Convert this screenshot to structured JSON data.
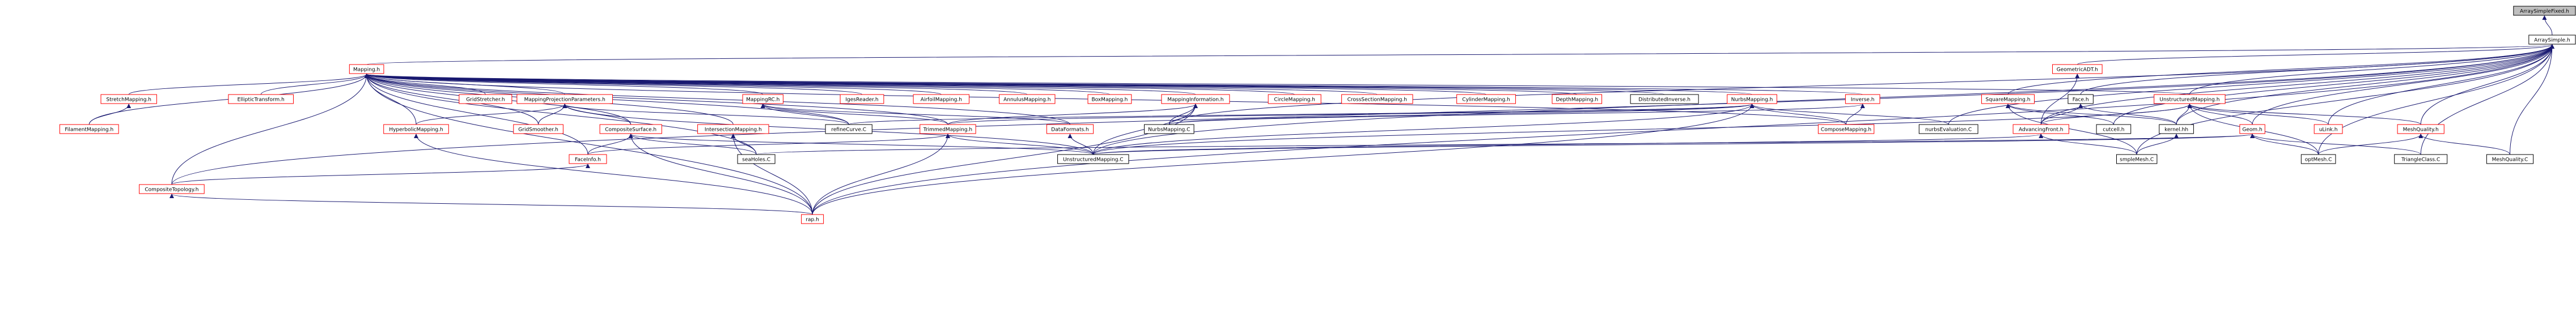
{
  "colors": {
    "edge": "#191970",
    "root_node_fill": "#bfbfbf",
    "root_node_border": "#000000",
    "documented_node_border": "#000000",
    "undocumented_node_border": "#ff0000",
    "node_fill": "#ffffff"
  },
  "nodes": [
    {
      "id": "ArraySimpleFixed",
      "label": "ArraySimpleFixed.h",
      "kind": "root"
    },
    {
      "id": "ArraySimple",
      "label": "ArraySimple.h",
      "kind": "documented"
    },
    {
      "id": "Mapping",
      "label": "Mapping.h",
      "kind": "undocumented"
    },
    {
      "id": "GeometricADT",
      "label": "GeometricADT.h",
      "kind": "undocumented"
    },
    {
      "id": "StretchMapping",
      "label": "StretchMapping.h",
      "kind": "undocumented"
    },
    {
      "id": "EllipticTransform",
      "label": "EllipticTransform.h",
      "kind": "undocumented"
    },
    {
      "id": "GridStretcher",
      "label": "GridStretcher.h",
      "kind": "undocumented"
    },
    {
      "id": "MappingProjectionParameters",
      "label": "MappingProjectionParameters.h",
      "kind": "undocumented"
    },
    {
      "id": "MappingRC",
      "label": "MappingRC.h",
      "kind": "undocumented"
    },
    {
      "id": "IgesReader",
      "label": "IgesReader.h",
      "kind": "undocumented"
    },
    {
      "id": "AirfoilMapping",
      "label": "AirfoilMapping.h",
      "kind": "undocumented"
    },
    {
      "id": "AnnulusMapping",
      "label": "AnnulusMapping.h",
      "kind": "undocumented"
    },
    {
      "id": "BoxMapping",
      "label": "BoxMapping.h",
      "kind": "undocumented"
    },
    {
      "id": "MappingInformation",
      "label": "MappingInformation.h",
      "kind": "undocumented"
    },
    {
      "id": "CircleMapping",
      "label": "CircleMapping.h",
      "kind": "undocumented"
    },
    {
      "id": "CrossSectionMapping",
      "label": "CrossSectionMapping.h",
      "kind": "undocumented"
    },
    {
      "id": "CylinderMapping",
      "label": "CylinderMapping.h",
      "kind": "undocumented"
    },
    {
      "id": "DepthMapping",
      "label": "DepthMapping.h",
      "kind": "undocumented"
    },
    {
      "id": "DistributedInverse",
      "label": "DistributedInverse.h",
      "kind": "documented"
    },
    {
      "id": "NurbsMapping",
      "label": "NurbsMapping.h",
      "kind": "undocumented"
    },
    {
      "id": "Inverse",
      "label": "Inverse.h",
      "kind": "undocumented"
    },
    {
      "id": "SquareMapping",
      "label": "SquareMapping.h",
      "kind": "undocumented"
    },
    {
      "id": "Face",
      "label": "Face.h",
      "kind": "documented"
    },
    {
      "id": "UnstructuredMapping",
      "label": "UnstructuredMapping.h",
      "kind": "undocumented"
    },
    {
      "id": "FilamentMapping",
      "label": "FilamentMapping.h",
      "kind": "undocumented"
    },
    {
      "id": "HyperbolicMapping",
      "label": "HyperbolicMapping.h",
      "kind": "undocumented"
    },
    {
      "id": "GridSmoother",
      "label": "GridSmoother.h",
      "kind": "undocumented"
    },
    {
      "id": "CompositeSurface",
      "label": "CompositeSurface.h",
      "kind": "undocumented"
    },
    {
      "id": "IntersectionMapping",
      "label": "IntersectionMapping.h",
      "kind": "undocumented"
    },
    {
      "id": "refineCurve",
      "label": "refineCurve.C",
      "kind": "documented"
    },
    {
      "id": "TrimmedMapping",
      "label": "TrimmedMapping.h",
      "kind": "undocumented"
    },
    {
      "id": "DataFormats",
      "label": "DataFormats.h",
      "kind": "undocumented"
    },
    {
      "id": "NurbsMappingC",
      "label": "NurbsMapping.C",
      "kind": "documented"
    },
    {
      "id": "ComposeMapping",
      "label": "ComposeMapping.h",
      "kind": "undocumented"
    },
    {
      "id": "nurbsEvaluation",
      "label": "nurbsEvaluation.C",
      "kind": "documented"
    },
    {
      "id": "AdvancingFront",
      "label": "AdvancingFront.h",
      "kind": "undocumented"
    },
    {
      "id": "cutcell",
      "label": "cutcell.h",
      "kind": "documented"
    },
    {
      "id": "kernel",
      "label": "kernel.hh",
      "kind": "documented"
    },
    {
      "id": "Geom",
      "label": "Geom.h",
      "kind": "undocumented"
    },
    {
      "id": "uLink",
      "label": "uLink.h",
      "kind": "undocumented"
    },
    {
      "id": "MeshQuality",
      "label": "MeshQuality.h",
      "kind": "undocumented"
    },
    {
      "id": "FaceInfo",
      "label": "FaceInfo.h",
      "kind": "undocumented"
    },
    {
      "id": "seaHoles",
      "label": "seaHoles.C",
      "kind": "documented"
    },
    {
      "id": "UnstructuredMappingC",
      "label": "UnstructuredMapping.C",
      "kind": "documented"
    },
    {
      "id": "smpleMesh",
      "label": "smpleMesh.C",
      "kind": "documented"
    },
    {
      "id": "optMesh",
      "label": "optMesh.C",
      "kind": "documented"
    },
    {
      "id": "TriangleClass",
      "label": "TriangleClass.C",
      "kind": "documented"
    },
    {
      "id": "MeshQualityC",
      "label": "MeshQuality.C",
      "kind": "documented"
    },
    {
      "id": "CompositeTopology",
      "label": "CompositeTopology.h",
      "kind": "undocumented"
    },
    {
      "id": "rap",
      "label": "rap.h",
      "kind": "undocumented"
    }
  ],
  "edges": [
    [
      "ArraySimpleFixed",
      "ArraySimple"
    ],
    [
      "ArraySimple",
      "Mapping"
    ],
    [
      "ArraySimple",
      "GeometricADT"
    ],
    [
      "ArraySimple",
      "SquareMapping"
    ],
    [
      "ArraySimple",
      "Face"
    ],
    [
      "ArraySimple",
      "UnstructuredMapping"
    ],
    [
      "ArraySimple",
      "uLink"
    ],
    [
      "ArraySimple",
      "MeshQuality"
    ],
    [
      "ArraySimple",
      "AdvancingFront"
    ],
    [
      "ArraySimple",
      "kernel"
    ],
    [
      "ArraySimple",
      "Geom"
    ],
    [
      "ArraySimple",
      "cutcell"
    ],
    [
      "ArraySimple",
      "optMesh"
    ],
    [
      "ArraySimple",
      "TriangleClass"
    ],
    [
      "ArraySimple",
      "MeshQualityC"
    ],
    [
      "ArraySimple",
      "smpleMesh"
    ],
    [
      "ArraySimple",
      "nurbsEvaluation"
    ],
    [
      "ArraySimple",
      "NurbsMappingC"
    ],
    [
      "ArraySimple",
      "UnstructuredMappingC"
    ],
    [
      "ArraySimple",
      "CompositeTopology"
    ],
    [
      "ArraySimple",
      "rap"
    ],
    [
      "Mapping",
      "StretchMapping"
    ],
    [
      "Mapping",
      "EllipticTransform"
    ],
    [
      "Mapping",
      "GridStretcher"
    ],
    [
      "Mapping",
      "MappingProjectionParameters"
    ],
    [
      "Mapping",
      "MappingRC"
    ],
    [
      "Mapping",
      "IgesReader"
    ],
    [
      "Mapping",
      "AirfoilMapping"
    ],
    [
      "Mapping",
      "AnnulusMapping"
    ],
    [
      "Mapping",
      "BoxMapping"
    ],
    [
      "Mapping",
      "MappingInformation"
    ],
    [
      "Mapping",
      "CircleMapping"
    ],
    [
      "Mapping",
      "CrossSectionMapping"
    ],
    [
      "Mapping",
      "CylinderMapping"
    ],
    [
      "Mapping",
      "DepthMapping"
    ],
    [
      "Mapping",
      "DistributedInverse"
    ],
    [
      "Mapping",
      "NurbsMapping"
    ],
    [
      "Mapping",
      "Inverse"
    ],
    [
      "Mapping",
      "UnstructuredMapping"
    ],
    [
      "Mapping",
      "FilamentMapping"
    ],
    [
      "Mapping",
      "HyperbolicMapping"
    ],
    [
      "Mapping",
      "GridSmoother"
    ],
    [
      "Mapping",
      "CompositeSurface"
    ],
    [
      "Mapping",
      "IntersectionMapping"
    ],
    [
      "Mapping",
      "refineCurve"
    ],
    [
      "Mapping",
      "TrimmedMapping"
    ],
    [
      "Mapping",
      "DataFormats"
    ],
    [
      "Mapping",
      "ComposeMapping"
    ],
    [
      "Mapping",
      "CompositeTopology"
    ],
    [
      "Mapping",
      "rap"
    ],
    [
      "Mapping",
      "seaHoles"
    ],
    [
      "Mapping",
      "FaceInfo"
    ],
    [
      "GeometricADT",
      "AdvancingFront"
    ],
    [
      "StretchMapping",
      "FilamentMapping"
    ],
    [
      "MappingProjectionParameters",
      "HyperbolicMapping"
    ],
    [
      "MappingProjectionParameters",
      "GridSmoother"
    ],
    [
      "MappingProjectionParameters",
      "CompositeSurface"
    ],
    [
      "MappingProjectionParameters",
      "refineCurve"
    ],
    [
      "MappingProjectionParameters",
      "UnstructuredMappingC"
    ],
    [
      "MappingRC",
      "TrimmedMapping"
    ],
    [
      "MappingRC",
      "DataFormats"
    ],
    [
      "MappingRC",
      "refineCurve"
    ],
    [
      "MappingInformation",
      "TrimmedMapping"
    ],
    [
      "MappingInformation",
      "NurbsMappingC"
    ],
    [
      "MappingInformation",
      "UnstructuredMappingC"
    ],
    [
      "MappingInformation",
      "rap"
    ],
    [
      "NurbsMapping",
      "TrimmedMapping"
    ],
    [
      "NurbsMapping",
      "refineCurve"
    ],
    [
      "NurbsMapping",
      "ComposeMapping"
    ],
    [
      "NurbsMapping",
      "nurbsEvaluation"
    ],
    [
      "NurbsMapping",
      "NurbsMappingC"
    ],
    [
      "NurbsMapping",
      "UnstructuredMappingC"
    ],
    [
      "NurbsMapping",
      "rap"
    ],
    [
      "Inverse",
      "ComposeMapping"
    ],
    [
      "Inverse",
      "NurbsMappingC"
    ],
    [
      "SquareMapping",
      "cutcell"
    ],
    [
      "SquareMapping",
      "kernel"
    ],
    [
      "SquareMapping",
      "smpleMesh"
    ],
    [
      "Face",
      "AdvancingFront"
    ],
    [
      "Face",
      "kernel"
    ],
    [
      "UnstructuredMapping",
      "uLink"
    ],
    [
      "UnstructuredMapping",
      "MeshQuality"
    ],
    [
      "UnstructuredMapping",
      "Geom"
    ],
    [
      "UnstructuredMapping",
      "kernel"
    ],
    [
      "UnstructuredMapping",
      "AdvancingFront"
    ],
    [
      "UnstructuredMapping",
      "optMesh"
    ],
    [
      "UnstructuredMapping",
      "UnstructuredMappingC"
    ],
    [
      "HyperbolicMapping",
      "rap"
    ],
    [
      "CompositeSurface",
      "FaceInfo"
    ],
    [
      "CompositeSurface",
      "seaHoles"
    ],
    [
      "CompositeSurface",
      "UnstructuredMappingC"
    ],
    [
      "CompositeSurface",
      "rap"
    ],
    [
      "IntersectionMapping",
      "seaHoles"
    ],
    [
      "IntersectionMapping",
      "rap"
    ],
    [
      "TrimmedMapping",
      "FaceInfo"
    ],
    [
      "TrimmedMapping",
      "UnstructuredMappingC"
    ],
    [
      "TrimmedMapping",
      "rap"
    ],
    [
      "DataFormats",
      "UnstructuredMappingC"
    ],
    [
      "AdvancingFront",
      "UnstructuredMappingC"
    ],
    [
      "AdvancingFront",
      "smpleMesh"
    ],
    [
      "kernel",
      "smpleMesh"
    ],
    [
      "Geom",
      "UnstructuredMappingC"
    ],
    [
      "Geom",
      "seaHoles"
    ],
    [
      "Geom",
      "optMesh"
    ],
    [
      "Geom",
      "TriangleClass"
    ],
    [
      "MeshQuality",
      "optMesh"
    ],
    [
      "MeshQuality",
      "MeshQualityC"
    ],
    [
      "FaceInfo",
      "CompositeTopology"
    ],
    [
      "CompositeTopology",
      "rap"
    ]
  ]
}
